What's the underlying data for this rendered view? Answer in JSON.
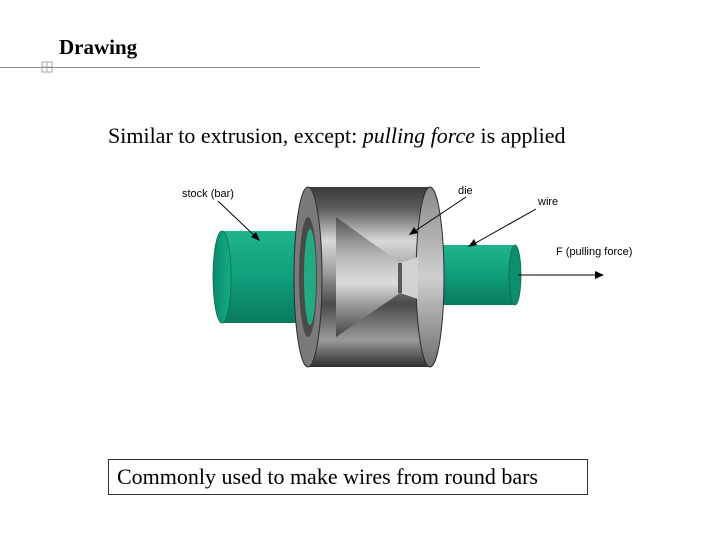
{
  "slide": {
    "title": "Drawing",
    "subtitle_parts": {
      "before": "Similar to extrusion, except: ",
      "emphasis": "pulling force",
      "after": " is applied"
    },
    "caption": "Commonly used to make wires from round bars"
  },
  "diagram": {
    "labels": {
      "stock": "stock (bar)",
      "die": "die",
      "wire": "wire",
      "force": "F (pulling force)"
    },
    "colors": {
      "stock_bar": "#0f9e7a",
      "wire": "#0f9e7a",
      "die_body": "#8a8a8a",
      "die_dark": "#2e2e2e"
    }
  }
}
